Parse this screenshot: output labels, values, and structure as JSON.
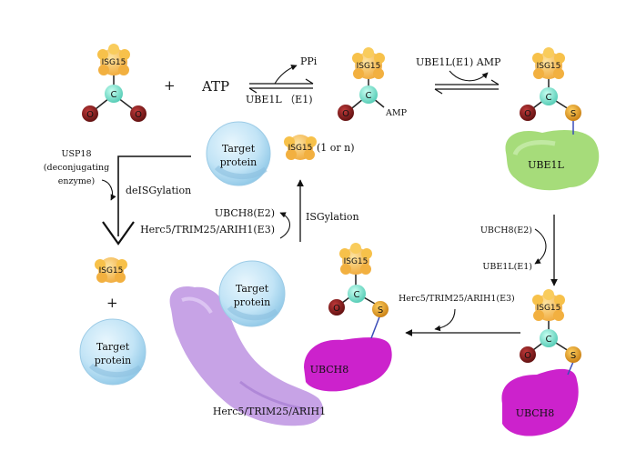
{
  "labels": {
    "isg15": "ISG15",
    "carbon": "C",
    "oxygen": "O",
    "sulfur": "S",
    "plus": "+",
    "atp": "ATP",
    "ppi": "PPi",
    "ube1l_e1": "UBE1L （E1)",
    "amp": "AMP",
    "ube1l_e1_amp": "UBE1L(E1) AMP",
    "ube1l": "UBE1L",
    "ubch8_e2": "UBCH8(E2)",
    "ube1l_e1_short": "UBE1L(E1)",
    "herc5_e3": "Herc5/TRIM25/ARIH1(E3)",
    "ubch8": "UBCH8",
    "herc5": "Herc5/TRIM25/ARIH1",
    "target_protein_line1": "Target",
    "target_protein_line2": "protein",
    "isg15_1_or_n": "(1 or n)",
    "isgylation": "ISGylation",
    "ubch8_e2_center": "UBCH8(E2)",
    "herc5_e3_center": "Herc5/TRIM25/ARIH1(E3)",
    "usp18_line1": "USP18",
    "usp18_line2": "(deconjugating",
    "usp18_line3": "enzyme)",
    "deisgylation": "deISGylation"
  },
  "colors": {
    "isg15": "#f7c14a",
    "isg15_edge": "#e59a1e",
    "carbon": "#7fe0cc",
    "oxygen": "#8a1c1c",
    "sulfur": "#e8a020",
    "ube1l": "#a6dc7a",
    "ubch8": "#cc22cc",
    "herc5": "#c7a3e6",
    "target": "#bfe2f5",
    "target_edge": "#7ab8dc"
  }
}
